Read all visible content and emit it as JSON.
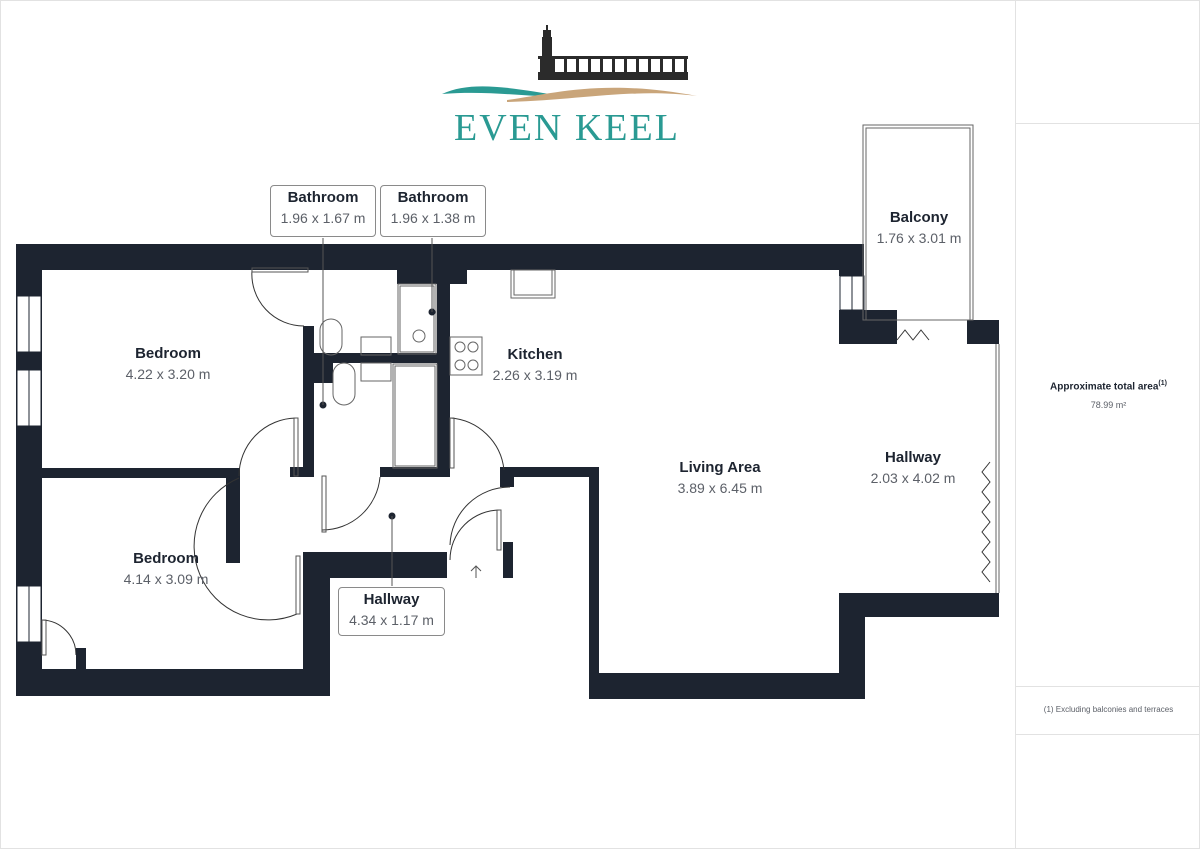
{
  "brand": {
    "name": "EVEN KEEL",
    "colors": {
      "teal": "#2a9a93",
      "sand": "#c9a57a",
      "dark": "#2b2b2b"
    }
  },
  "plan": {
    "wall_color": "#1d2430",
    "rooms": [
      {
        "id": "bedroom-1",
        "name": "Bedroom",
        "dims": "4.22 x 3.20 m"
      },
      {
        "id": "bedroom-2",
        "name": "Bedroom",
        "dims": "4.14 x 3.09 m"
      },
      {
        "id": "bathroom-1",
        "name": "Bathroom",
        "dims": "1.96 x 1.67 m"
      },
      {
        "id": "bathroom-2",
        "name": "Bathroom",
        "dims": "1.96 x 1.38 m"
      },
      {
        "id": "kitchen",
        "name": "Kitchen",
        "dims": "2.26 x 3.19 m"
      },
      {
        "id": "hallway-1",
        "name": "Hallway",
        "dims": "4.34 x 1.17 m"
      },
      {
        "id": "living-area",
        "name": "Living Area",
        "dims": "3.89 x 6.45 m"
      },
      {
        "id": "hallway-2",
        "name": "Hallway",
        "dims": "2.03 x 4.02 m"
      },
      {
        "id": "balcony",
        "name": "Balcony",
        "dims": "1.76 x 3.01 m"
      }
    ]
  },
  "summary": {
    "area_title": "Approximate total area",
    "area_note_marker": "(1)",
    "area_value": "78.99 m²",
    "footnote": "(1) Excluding balconies and terraces"
  }
}
